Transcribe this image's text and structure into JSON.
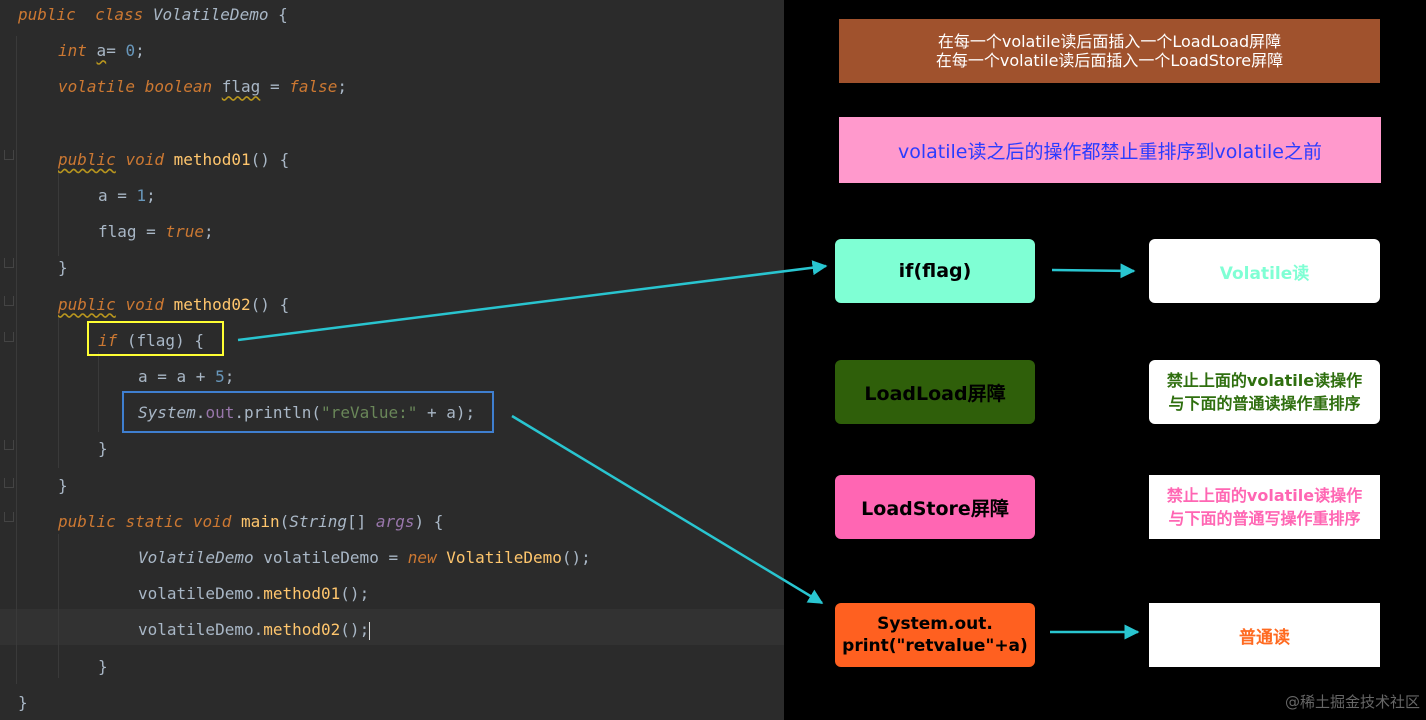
{
  "code": {
    "lines": [
      {
        "indent": 0,
        "parts": [
          [
            "kw",
            "public"
          ],
          [
            "",
            "  "
          ],
          [
            "kw",
            "class"
          ],
          [
            "",
            ""
          ],
          [
            "ty it",
            " VolatileDemo"
          ],
          [
            "",
            " {"
          ]
        ]
      },
      {
        "indent": 1,
        "parts": [
          [
            "kw",
            "int"
          ],
          [
            "",
            " "
          ],
          [
            "wavy",
            "a"
          ],
          [
            "",
            "= "
          ],
          [
            "num",
            "0"
          ],
          [
            "",
            ";"
          ]
        ]
      },
      {
        "indent": 1,
        "parts": [
          [
            "kw",
            "volatile"
          ],
          [
            "",
            " "
          ],
          [
            "kw",
            "boolean"
          ],
          [
            "",
            " "
          ],
          [
            "wavy",
            "flag"
          ],
          [
            "",
            " = "
          ],
          [
            "kw",
            "false"
          ],
          [
            "",
            ";"
          ]
        ]
      },
      {
        "indent": 1,
        "parts": []
      },
      {
        "indent": 1,
        "parts": [
          [
            "kw wavy",
            "public"
          ],
          [
            "",
            " "
          ],
          [
            "kw",
            "void"
          ],
          [
            "",
            " "
          ],
          [
            "fn",
            "method01"
          ],
          [
            "",
            "() {"
          ]
        ]
      },
      {
        "indent": 2,
        "parts": [
          [
            "",
            "a = "
          ],
          [
            "num",
            "1"
          ],
          [
            "",
            ";"
          ]
        ]
      },
      {
        "indent": 2,
        "parts": [
          [
            "",
            "flag = "
          ],
          [
            "kw",
            "true"
          ],
          [
            "",
            ";"
          ]
        ]
      },
      {
        "indent": 1,
        "parts": [
          [
            "",
            "}"
          ]
        ]
      },
      {
        "indent": 1,
        "parts": [
          [
            "kw wavy",
            "public"
          ],
          [
            "",
            " "
          ],
          [
            "kw",
            "void"
          ],
          [
            "",
            " "
          ],
          [
            "fn",
            "method02"
          ],
          [
            "",
            "() {"
          ]
        ]
      },
      {
        "indent": 2,
        "parts": [
          [
            "kw",
            "if"
          ],
          [
            "",
            " (flag) {"
          ]
        ]
      },
      {
        "indent": 3,
        "parts": [
          [
            "",
            "a = a + "
          ],
          [
            "num",
            "5"
          ],
          [
            "",
            ";"
          ]
        ]
      },
      {
        "indent": 3,
        "parts": [
          [
            "ty it",
            "System"
          ],
          [
            "",
            "."
          ],
          [
            "field",
            "out"
          ],
          [
            "",
            ".println("
          ],
          [
            "str",
            "\"reValue:\""
          ],
          [
            "",
            " + a);"
          ]
        ]
      },
      {
        "indent": 2,
        "parts": [
          [
            "",
            "}"
          ]
        ]
      },
      {
        "indent": 1,
        "parts": [
          [
            "",
            "}"
          ]
        ]
      },
      {
        "indent": 1,
        "parts": [
          [
            "kw",
            "public"
          ],
          [
            "",
            " "
          ],
          [
            "kw",
            "static"
          ],
          [
            "",
            " "
          ],
          [
            "kw",
            "void"
          ],
          [
            "",
            " "
          ],
          [
            "fn",
            "main"
          ],
          [
            "",
            "("
          ],
          [
            "ty it",
            "String"
          ],
          [
            "",
            "[] "
          ],
          [
            "purple",
            "args"
          ],
          [
            "",
            ") {"
          ]
        ]
      },
      {
        "indent": 3,
        "parts": [
          [
            "ty it",
            "VolatileDemo"
          ],
          [
            "",
            " volatileDemo = "
          ],
          [
            "kw",
            "new"
          ],
          [
            "",
            " "
          ],
          [
            "fn",
            "VolatileDemo"
          ],
          [
            "",
            "();"
          ]
        ]
      },
      {
        "indent": 3,
        "parts": [
          [
            "",
            "volatileDemo."
          ],
          [
            "fn",
            "method01"
          ],
          [
            "",
            "();"
          ]
        ]
      },
      {
        "indent": 3,
        "parts": [
          [
            "",
            "volatileDemo."
          ],
          [
            "fn",
            "method02"
          ],
          [
            "",
            "();"
          ],
          [
            "cursor",
            ""
          ]
        ]
      },
      {
        "indent": 2,
        "parts": [
          [
            "",
            "}"
          ]
        ]
      },
      {
        "indent": 0,
        "parts": [
          [
            "",
            "}"
          ]
        ]
      }
    ]
  },
  "diagram": {
    "banner_top": {
      "line1": "在每一个volatile读后面插入一个LoadLoad屏障",
      "line2": "在每一个volatile读后面插入一个LoadStore屏障"
    },
    "banner_pink": "volatile读之后的操作都禁止重排序到volatile之前",
    "boxes": {
      "if_flag": "if(flag)",
      "loadload": "LoadLoad屏障",
      "loadstore": "LoadStore屏障",
      "sysout": "System.out.\nprint(\"retvalue\"+a)",
      "volatile_read": "Volatile读",
      "loadload_desc": "禁止上面的volatile读操作\n与下面的普通读操作重排序",
      "loadstore_desc": "禁止上面的volatile读操作\n与下面的普通写操作重排序",
      "normal_read": "普通读"
    },
    "colors": {
      "banner_top": "#a0522d",
      "banner_pink": "#ff99cc",
      "if_flag": "#7fffd4",
      "loadload": "#2f5f0a",
      "loadstore": "#ff66b3",
      "sysout": "#ff6020",
      "arrow": "#29c5d0"
    }
  },
  "watermark": "@稀土掘金技术社区"
}
